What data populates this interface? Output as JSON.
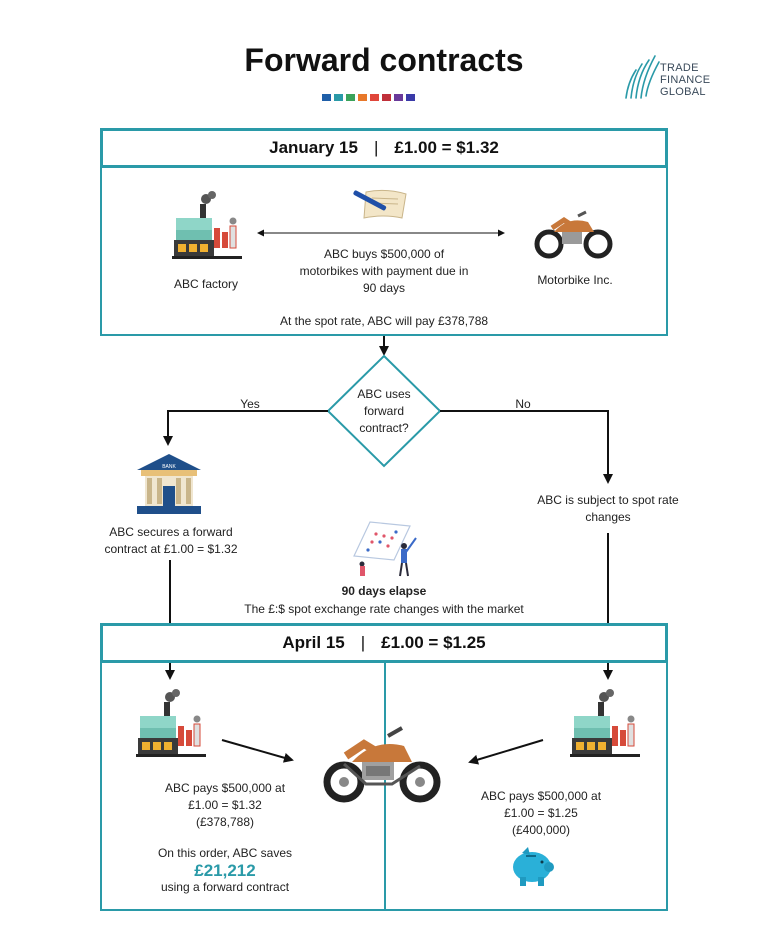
{
  "title": "Forward contracts",
  "brand": {
    "line1": "TRADE",
    "line2": "FINANCE",
    "line3": "GLOBAL",
    "swatch_colors": [
      "#1f5fa8",
      "#2a9aa8",
      "#3aa35a",
      "#e8782a",
      "#e0463a",
      "#c0303a",
      "#6a3a9a",
      "#3a3aa8"
    ]
  },
  "colors": {
    "accent": "#2a9aa8"
  },
  "top": {
    "date": "January 15",
    "separator": "|",
    "rate": "£1.00 = $1.32",
    "left_label": "ABC factory",
    "right_label": "Motorbike Inc.",
    "deal_text": "ABC buys $500,000 of motorbikes with payment due in 90 days",
    "spot_text": "At the spot rate, ABC will pay £378,788"
  },
  "decision": {
    "text": "ABC uses forward contract?",
    "yes": "Yes",
    "no": "No"
  },
  "left_branch": {
    "text": "ABC secures a forward contract at £1.00 = $1.32",
    "bank_label": "BANK"
  },
  "right_branch": {
    "text": "ABC is subject to spot rate changes"
  },
  "elapse": {
    "title": "90 days elapse",
    "text": "The £:$ spot exchange rate changes with the market"
  },
  "bottom": {
    "date": "April 15",
    "separator": "|",
    "rate": "£1.00 = $1.25",
    "left_pay": [
      "ABC pays $500,000 at",
      "£1.00 = $1.32",
      "(£378,788)"
    ],
    "savings_intro": "On this order, ABC saves",
    "savings_amount": "£21,212",
    "savings_outro": "using a forward contract",
    "right_pay": [
      "ABC pays $500,000 at",
      "£1.00 = $1.25",
      "(£400,000)"
    ]
  },
  "icons": {
    "factory": "factory-icon",
    "contract": "contract-pen-icon",
    "motorbike": "motorbike-icon",
    "bank": "bank-icon",
    "calendar": "calendar-people-icon",
    "piggy": "piggy-bank-icon",
    "logo": "trade-finance-global-logo"
  }
}
